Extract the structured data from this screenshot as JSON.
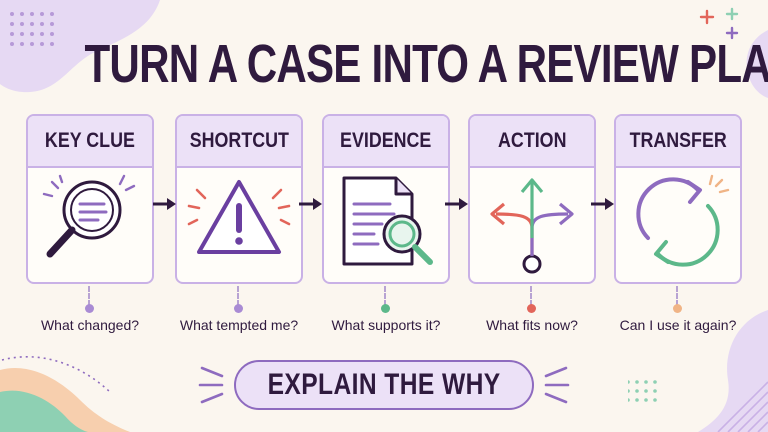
{
  "title": "TURN A CASE INTO A REVIEW PLAN",
  "steps": [
    {
      "label": "KEY CLUE",
      "icon": "magnifier-icon",
      "question": "What changed?",
      "dot_color": "#a98bd4"
    },
    {
      "label": "SHORTCUT",
      "icon": "warning-icon",
      "question": "What tempted me?",
      "dot_color": "#a98bd4"
    },
    {
      "label": "EVIDENCE",
      "icon": "document-search-icon",
      "question": "What supports it?",
      "dot_color": "#5cb88a"
    },
    {
      "label": "ACTION",
      "icon": "branching-arrows-icon",
      "question": "What fits now?",
      "dot_color": "#e2655a"
    },
    {
      "label": "TRANSFER",
      "icon": "cycle-arrows-icon",
      "question": "Can I use it again?",
      "dot_color": "#f0b486"
    }
  ],
  "footer_pill": "EXPLAIN THE WHY",
  "colors": {
    "background": "#fbf6ef",
    "ink": "#2f1a3e",
    "accent_purple": "#8e6bbf",
    "card_header": "#ece1f7",
    "green": "#5cb88a",
    "red": "#e2655a",
    "peach": "#f0b486"
  }
}
